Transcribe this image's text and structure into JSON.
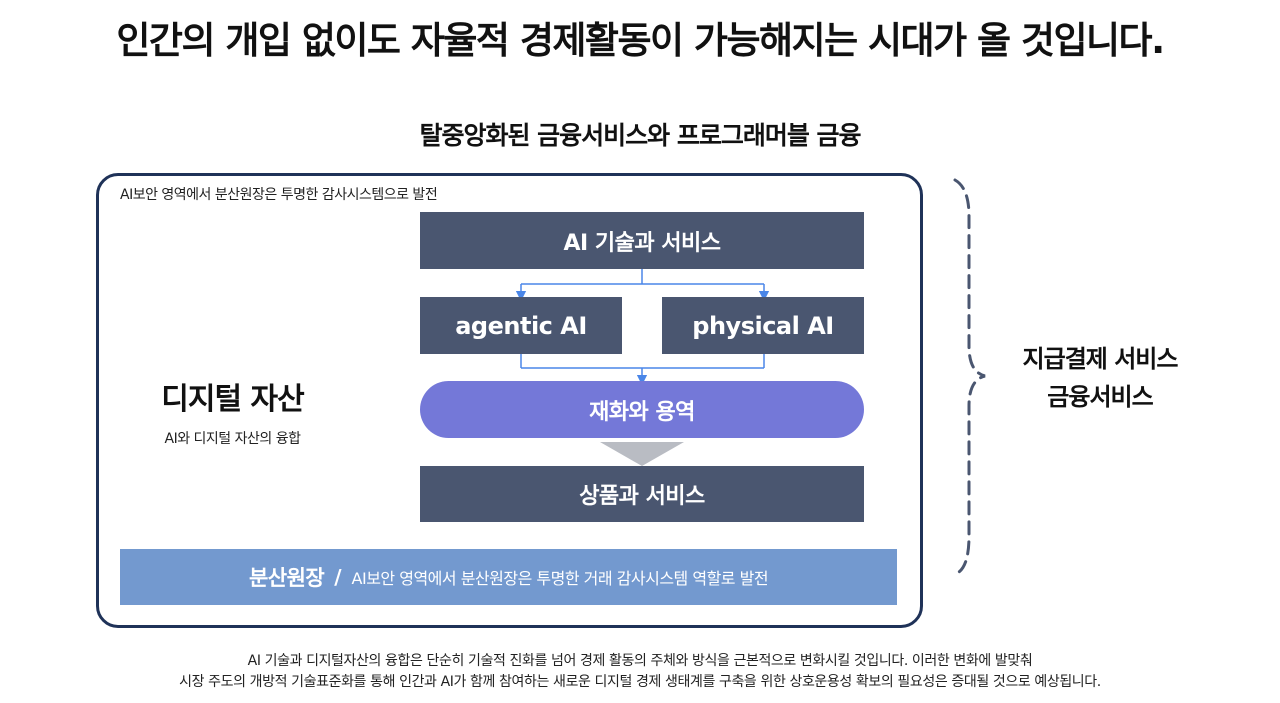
{
  "header": {
    "title": "인간의 개입 없이도 자율적 경제활동이 가능해지는 시대가 올 것입니다.",
    "subtitle": "탈중앙화된 금융서비스와 프로그래머블 금융"
  },
  "frame": {
    "caption": "AI보안 영역에서 분산원장은 투명한 감사시스템으로 발전"
  },
  "flow": {
    "top_box": "AI 기술과 서비스",
    "left_box": "agentic AI",
    "right_box": "physical AI",
    "pill": "재화와 용역",
    "bottom_box": "상품과 서비스"
  },
  "left_panel": {
    "title": "디지털 자산",
    "subtitle": "AI와 디지털 자산의 융합"
  },
  "ledger_bar": {
    "title": "분산원장",
    "separator": "/",
    "description": "AI보안 영역에서 분산원장은 투명한 거래 감사시스템 역할로 발전"
  },
  "right_panel": {
    "line1": "지급결제 서비스",
    "line2": "금융서비스"
  },
  "footer": {
    "line1": "AI 기술과 디지털자산의 융합은 단순히 기술적 진화를 넘어 경제 활동의 주체와 방식을 근본적으로 변화시킬 것입니다. 이러한 변화에 발맞춰",
    "line2": "시장 주도의 개방적 기술표준화를 통해 인간과 AI가 함께 참여하는 새로운 디지털 경제 생태계를 구축을 위한 상호운용성 확보의 필요성은 증대될 것으로 예상됩니다."
  },
  "colors": {
    "frame_border": "#1f3258",
    "dark_box": "#4a5670",
    "pill": "#7478d8",
    "ledger_bar": "#7399cf",
    "connector": "#4a86e8",
    "brace": "#4a5670"
  }
}
